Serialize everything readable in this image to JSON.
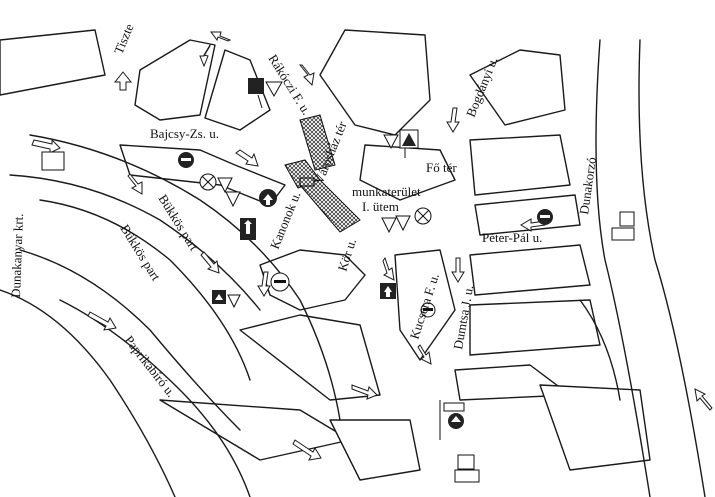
{
  "map": {
    "labels": {
      "tiszteletes": "Tiszte",
      "rakoczi": "Rákóczi F. u.",
      "varoshaz": "Városház tér",
      "bogdanyi": "Bogdányi u.",
      "bajcsy": "Bajcsy-Zs. u.",
      "fo_ter": "Fő tér",
      "munka_1": "munkaterület",
      "munka_2": "I. ütem",
      "dunakorzo": "Dunakorzó",
      "dunakanyar": "Dunakanyar krt.",
      "bukkos_1": "Bükkös part",
      "bukkos_2": "Bükkös part",
      "kanonok": "Kanonok u.",
      "kor": "Kör u.",
      "peter_pal": "Péter-Pál u.",
      "kucsera": "Kucsera F. u.",
      "dumtsa": "Dumtsa J. u.",
      "paprikabiro": "Paprikabíró u."
    },
    "colors": {
      "line": "#1a1a1a",
      "background": "#ffffff",
      "sign_dark": "#222222"
    },
    "icons": [
      "no-entry-sign-icon",
      "priority-road-sign-icon",
      "give-way-sign-icon",
      "one-way-sign-icon",
      "mandatory-direction-sign-icon",
      "no-stopping-sign-icon",
      "traffic-flow-arrow-icon",
      "parking-info-board-icon"
    ]
  }
}
